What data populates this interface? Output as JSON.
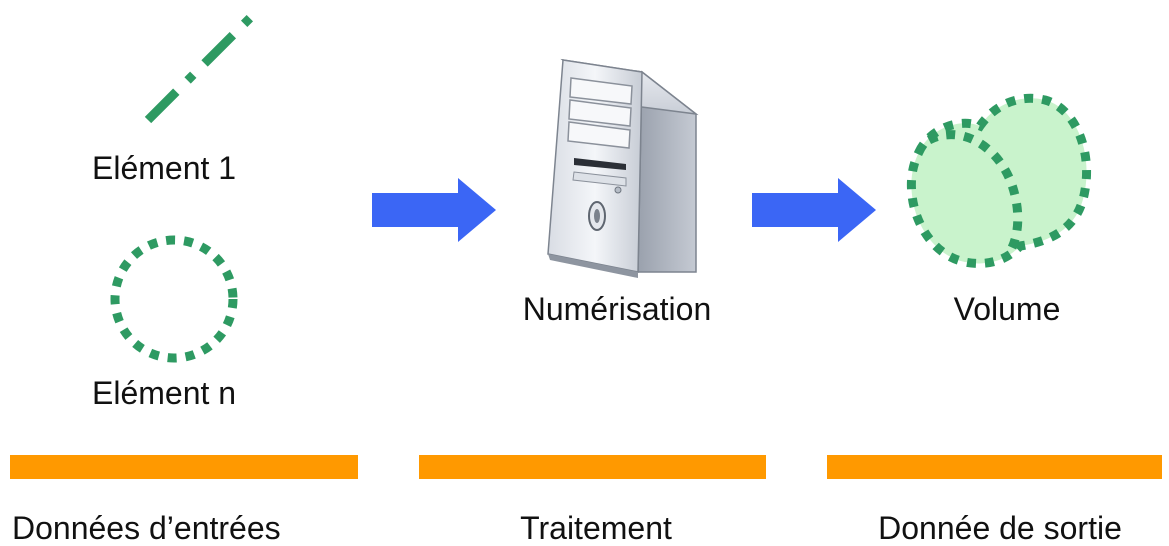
{
  "colors": {
    "green_stroke": "#2e9a62",
    "green_fill": "#c9f3cc",
    "arrow_blue": "#3b66f5",
    "bar_orange": "#ff9900",
    "text": "#111111"
  },
  "inputs": {
    "element_1_label": "Elément 1",
    "element_n_label": "Elément n"
  },
  "process": {
    "label": "Numérisation",
    "icon": "computer-tower-icon"
  },
  "output": {
    "label": "Volume",
    "icon": "cylinder-volume-icon"
  },
  "sections": [
    {
      "label": "Données d’entrées"
    },
    {
      "label": "Traitement"
    },
    {
      "label": "Donnée de sortie"
    }
  ]
}
